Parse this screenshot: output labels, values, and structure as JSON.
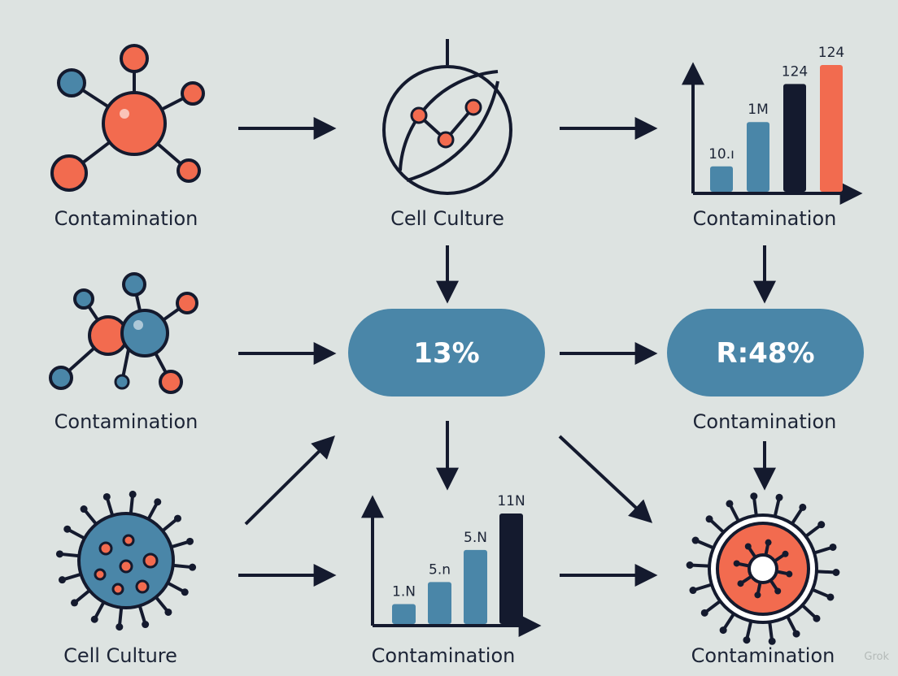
{
  "labels": {
    "top_left": "Contamination",
    "top_center": "Cell Culture",
    "top_right": "Contamination",
    "mid_left": "Contamination",
    "mid_right": "Contamination",
    "bottom_left": "Cell Culture",
    "bottom_center": "Contamination",
    "bottom_right": "Contamination"
  },
  "pills": {
    "center": "13%",
    "right": "R:48%"
  },
  "charts": {
    "top": {
      "bars": [
        {
          "label": "10.ı",
          "value": 0.2,
          "color": "#4a86a8"
        },
        {
          "label": "1M",
          "value": 0.55,
          "color": "#4a86a8"
        },
        {
          "label": "124",
          "value": 0.85,
          "color": "#141a2e"
        },
        {
          "label": "124",
          "value": 1.0,
          "color": "#f26b4f"
        }
      ]
    },
    "bottom": {
      "bars": [
        {
          "label": "1.N",
          "value": 0.18,
          "color": "#4a86a8"
        },
        {
          "label": "5.n",
          "value": 0.38,
          "color": "#4a86a8"
        },
        {
          "label": "5.N",
          "value": 0.67,
          "color": "#4a86a8"
        },
        {
          "label": "11N",
          "value": 1.0,
          "color": "#141a2e"
        }
      ]
    }
  },
  "watermark": "Grok",
  "colors": {
    "background": "#dde3e1",
    "ink": "#141a2e",
    "coral": "#f26b4f",
    "blue": "#4a86a8"
  }
}
